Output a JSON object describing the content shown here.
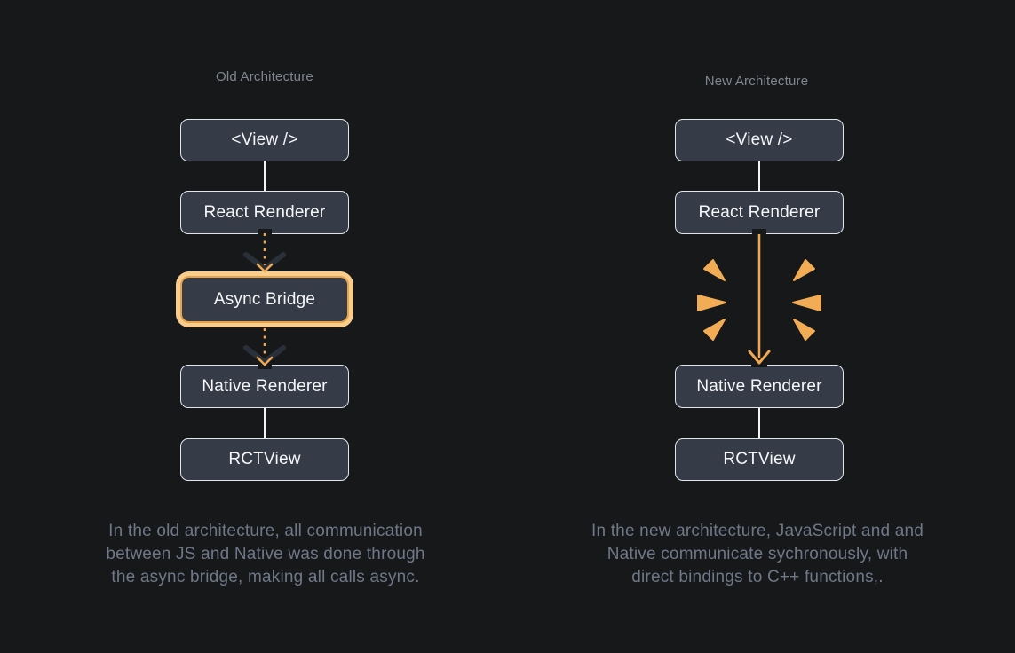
{
  "colors": {
    "background": "#17181a",
    "node_fill": "#363c47",
    "node_border": "#e2e5e9",
    "accent_orange": "#f0a851",
    "highlight_ring": "#f9cd8e",
    "connector_white": "#f3f4f6",
    "title_gray": "#82868f",
    "caption_gray": "#6f7888"
  },
  "old": {
    "title": "Old Architecture",
    "boxes": [
      "<View />",
      "React Renderer",
      "Async Bridge",
      "Native Renderer",
      "RCTView"
    ],
    "caption_lines": [
      "In the old architecture, all communication",
      "between JS and Native was done through",
      "the async bridge, making all calls async."
    ]
  },
  "new": {
    "title": "New Architecture",
    "boxes": [
      "<View />",
      "React Renderer",
      "Native Renderer",
      "RCTView"
    ],
    "caption_lines": [
      "In the new architecture, JavaScript and and",
      "Native communicate sychronously, with",
      "direct bindings to C++ functions,."
    ]
  }
}
